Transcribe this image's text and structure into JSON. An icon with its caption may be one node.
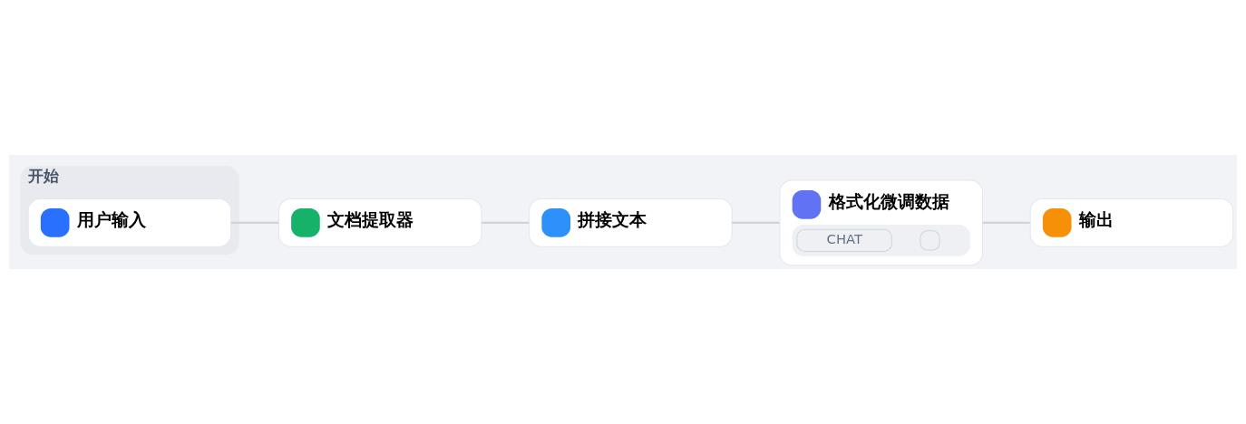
{
  "diagram": {
    "nodes": [
      {
        "text": [
          "开始"
        ]
      },
      {
        "text": [
          "用户输入"
        ],
        "in": 0
      },
      {
        "text": [
          "文档提取器"
        ]
      },
      {
        "text": [
          "拼接文本"
        ]
      },
      {
        "text": [
          "格式化微调数据",
          "CHAT"
        ]
      },
      {
        "text": [
          "输出"
        ]
      }
    ],
    "edges": [
      {
        "from": 1,
        "to": 2,
        "arrow": "none"
      },
      {
        "from": 2,
        "to": 3,
        "arrow": "none"
      },
      {
        "from": 3,
        "to": 4,
        "arrow": "none"
      },
      {
        "from": 4,
        "to": 5,
        "arrow": "none"
      }
    ]
  }
}
